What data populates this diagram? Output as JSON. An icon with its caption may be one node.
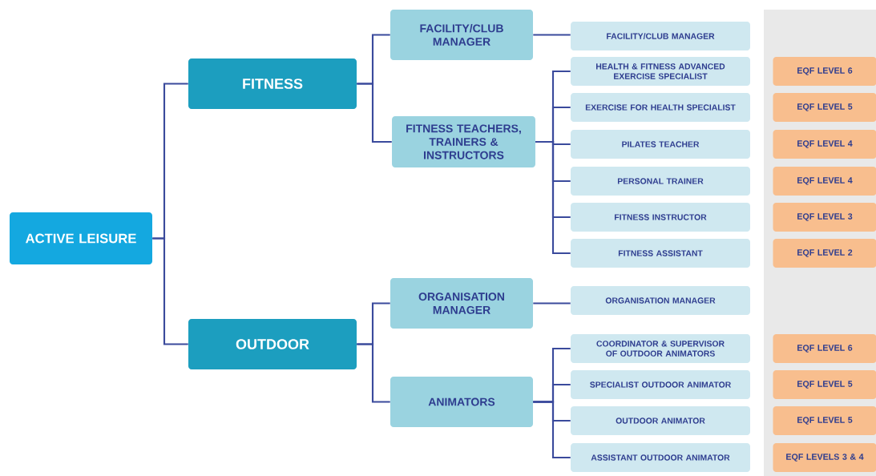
{
  "diagram": {
    "nodes": [
      {
        "text": [
          "ACTIVE LEISURE"
        ]
      },
      {
        "text": [
          "FITNESS"
        ]
      },
      {
        "text": [
          "OUTDOOR"
        ]
      },
      {
        "text": [
          "FACILITY/CLUB MANAGER"
        ]
      },
      {
        "text": [
          "FITNESS TEACHERS, TRAINERS & INSTRUCTORS"
        ]
      },
      {
        "text": [
          "ORGANISATION MANAGER"
        ]
      },
      {
        "text": [
          "ANIMATORS"
        ]
      },
      {
        "text": [
          "FACILITY/CLUB MANAGER"
        ]
      },
      {
        "text": [
          "HEALTH & FITNESS ADVANCED EXERCISE SPECIALIST"
        ]
      },
      {
        "text": [
          "EXERCISE FOR HEALTH SPECIALIST"
        ]
      },
      {
        "text": [
          "PILATES TEACHER"
        ]
      },
      {
        "text": [
          "PERSONAL TRAINER"
        ]
      },
      {
        "text": [
          "FITNESS INSTRUCTOR"
        ]
      },
      {
        "text": [
          "FITNESS ASSISTANT"
        ]
      },
      {
        "text": [
          "ORGANISATION MANAGER"
        ]
      },
      {
        "text": [
          "COORDINATOR & SUPERVISOR OF OUTDOOR ANIMATORS"
        ]
      },
      {
        "text": [
          "SPECIALIST OUTDOOR ANIMATOR"
        ]
      },
      {
        "text": [
          "OUTDOOR ANIMATOR"
        ]
      },
      {
        "text": [
          "ASSISTANT OUTDOOR ANIMATOR"
        ]
      },
      {
        "text": [
          "EQF LEVEL 6"
        ]
      },
      {
        "text": [
          "EQF LEVEL 5"
        ]
      },
      {
        "text": [
          "EQF LEVEL 4"
        ]
      },
      {
        "text": [
          "EQF LEVEL 4"
        ]
      },
      {
        "text": [
          "EQF LEVEL 3"
        ]
      },
      {
        "text": [
          "EQF LEVEL 2"
        ]
      },
      {
        "text": [
          "EQF LEVEL 6"
        ]
      },
      {
        "text": [
          "EQF LEVEL 5"
        ]
      },
      {
        "text": [
          "EQF LEVEL 5"
        ]
      },
      {
        "text": [
          "EQF LEVELS 3 & 4"
        ]
      }
    ],
    "edges": [
      {
        "from": 0,
        "to": 1,
        "arrow": "none"
      },
      {
        "from": 0,
        "to": 2,
        "arrow": "none"
      },
      {
        "from": 1,
        "to": 3,
        "arrow": "none"
      },
      {
        "from": 1,
        "to": 4,
        "arrow": "none"
      },
      {
        "from": 2,
        "to": 5,
        "arrow": "none"
      },
      {
        "from": 2,
        "to": 6,
        "arrow": "none"
      },
      {
        "from": 3,
        "to": 7,
        "arrow": "none"
      },
      {
        "from": 4,
        "to": 8,
        "arrow": "none"
      },
      {
        "from": 4,
        "to": 9,
        "arrow": "none"
      },
      {
        "from": 4,
        "to": 10,
        "arrow": "none"
      },
      {
        "from": 4,
        "to": 11,
        "arrow": "none"
      },
      {
        "from": 4,
        "to": 12,
        "arrow": "none"
      },
      {
        "from": 4,
        "to": 13,
        "arrow": "none"
      },
      {
        "from": 5,
        "to": 14,
        "arrow": "none"
      },
      {
        "from": 6,
        "to": 15,
        "arrow": "none"
      },
      {
        "from": 6,
        "to": 16,
        "arrow": "none"
      },
      {
        "from": 6,
        "to": 17,
        "arrow": "none"
      },
      {
        "from": 6,
        "to": 18,
        "arrow": "none"
      }
    ]
  }
}
